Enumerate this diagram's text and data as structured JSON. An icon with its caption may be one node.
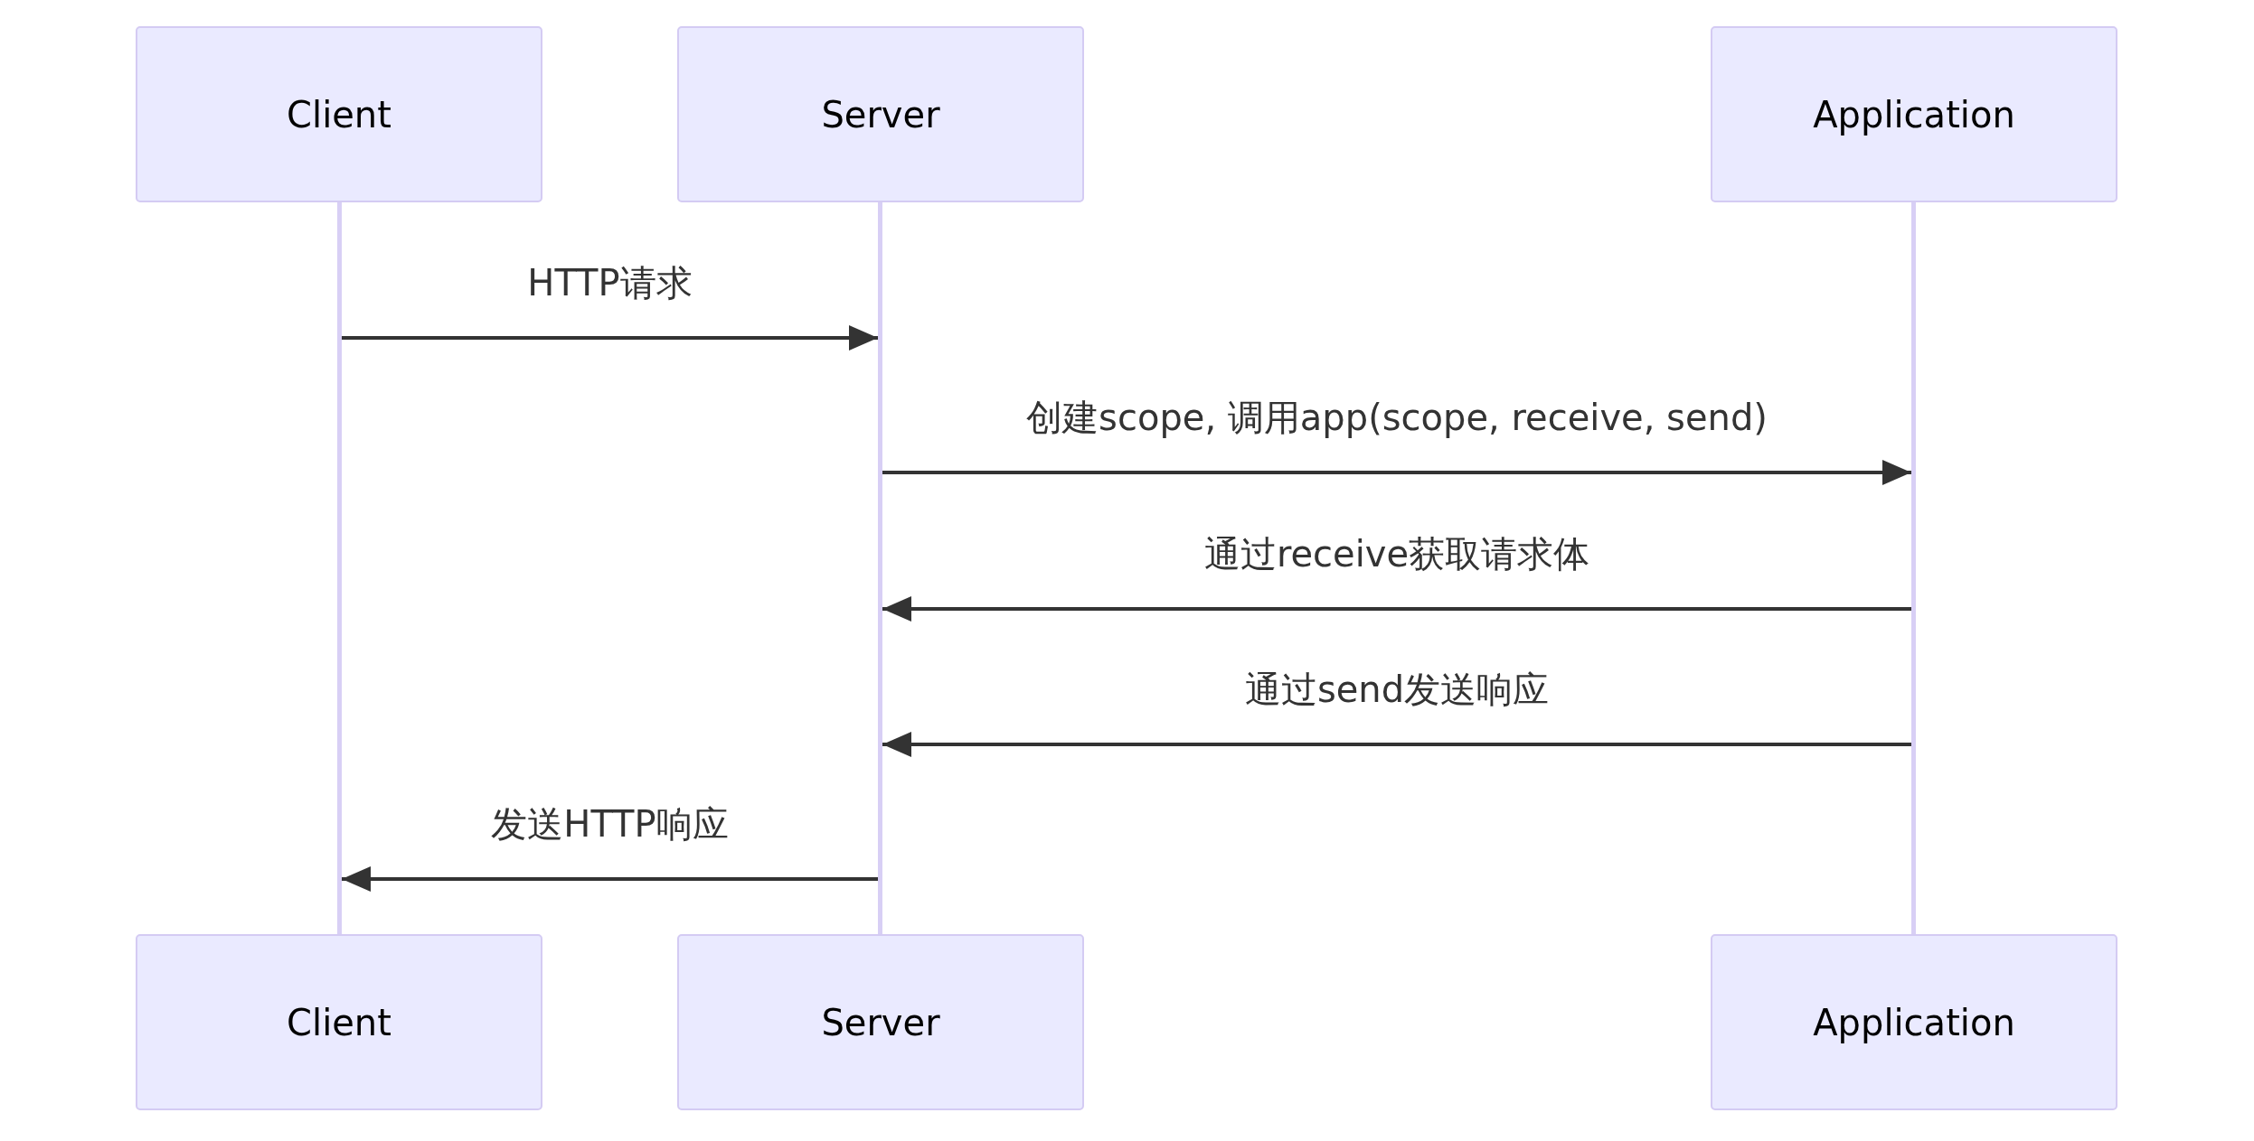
{
  "diagram": {
    "nodes": [
      {
        "text": [
          "Client"
        ]
      },
      {
        "text": [
          "Server"
        ]
      },
      {
        "text": [
          "Application"
        ]
      },
      {
        "text": [
          "Client"
        ]
      },
      {
        "text": [
          "Server"
        ]
      },
      {
        "text": [
          "Application"
        ]
      },
      {
        "text": [],
        "shape": "bar"
      },
      {
        "text": [],
        "shape": "bar"
      },
      {
        "text": [],
        "shape": "bar"
      }
    ],
    "edges": [
      {
        "from": 6,
        "to": 7,
        "arrow": "to",
        "label": "HTTP请求"
      },
      {
        "from": 7,
        "to": 8,
        "arrow": "to",
        "label": "创建scope, 调用app(scope, receive, send)"
      },
      {
        "from": 8,
        "to": 7,
        "arrow": "to",
        "label": "通过receive获取请求体"
      },
      {
        "from": 8,
        "to": 7,
        "arrow": "to",
        "label": "通过send发送响应"
      },
      {
        "from": 7,
        "to": 6,
        "arrow": "to",
        "label": "发送HTTP响应"
      }
    ]
  }
}
